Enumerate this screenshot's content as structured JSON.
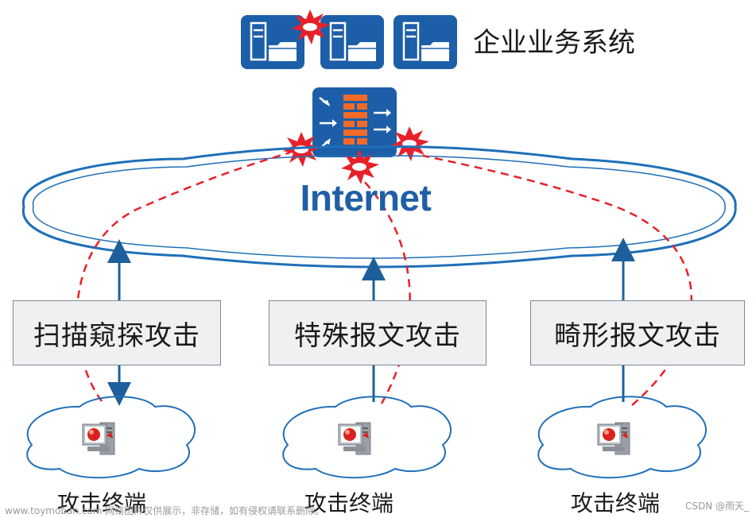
{
  "enterprise_label": "企业业务系统",
  "internet_label": "Internet",
  "attack_types": [
    "扫描窥探攻击",
    "特殊报文攻击",
    "畸形报文攻击"
  ],
  "terminal_label": "攻击终端",
  "watermark_left": "www.toymoban.com 网络图片仅供展示，非存储，如有侵权请联系删除。",
  "watermark_right": "CSDN @雨天_",
  "colors": {
    "server_blue": "#1c5ea8",
    "cloud_stroke": "#1f6fb8",
    "internet_text": "#1f5fa6",
    "firewall_brick": "#f06a2a",
    "attack_dash": "#e8202a",
    "arrow": "#1d5f9a",
    "box_fill": "#eef0f2"
  }
}
